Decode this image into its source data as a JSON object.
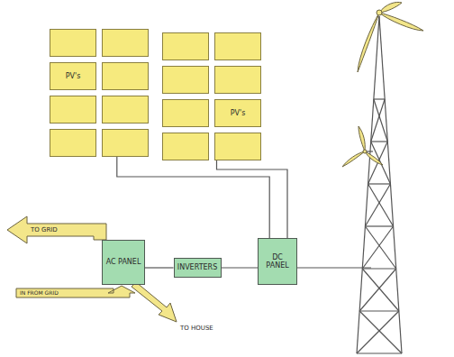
{
  "diagram": {
    "nodes": [
      {
        "text": [
          "PV's"
        ]
      },
      {
        "text": [
          "PV's"
        ]
      },
      {
        "text": [
          "AC PANEL"
        ]
      },
      {
        "text": [
          "INVERTERS"
        ]
      },
      {
        "text": [
          "DC PANEL"
        ]
      }
    ],
    "edges": [
      {
        "from": 2,
        "to": 3,
        "arrow": "none"
      },
      {
        "from": 3,
        "to": 4,
        "arrow": "none"
      },
      {
        "from": 0,
        "to": 4,
        "arrow": "none"
      },
      {
        "from": 1,
        "to": 4,
        "arrow": "none"
      }
    ],
    "labels": [
      "TO GRID",
      "IN FROM GRID",
      "TO HOUSE"
    ]
  }
}
